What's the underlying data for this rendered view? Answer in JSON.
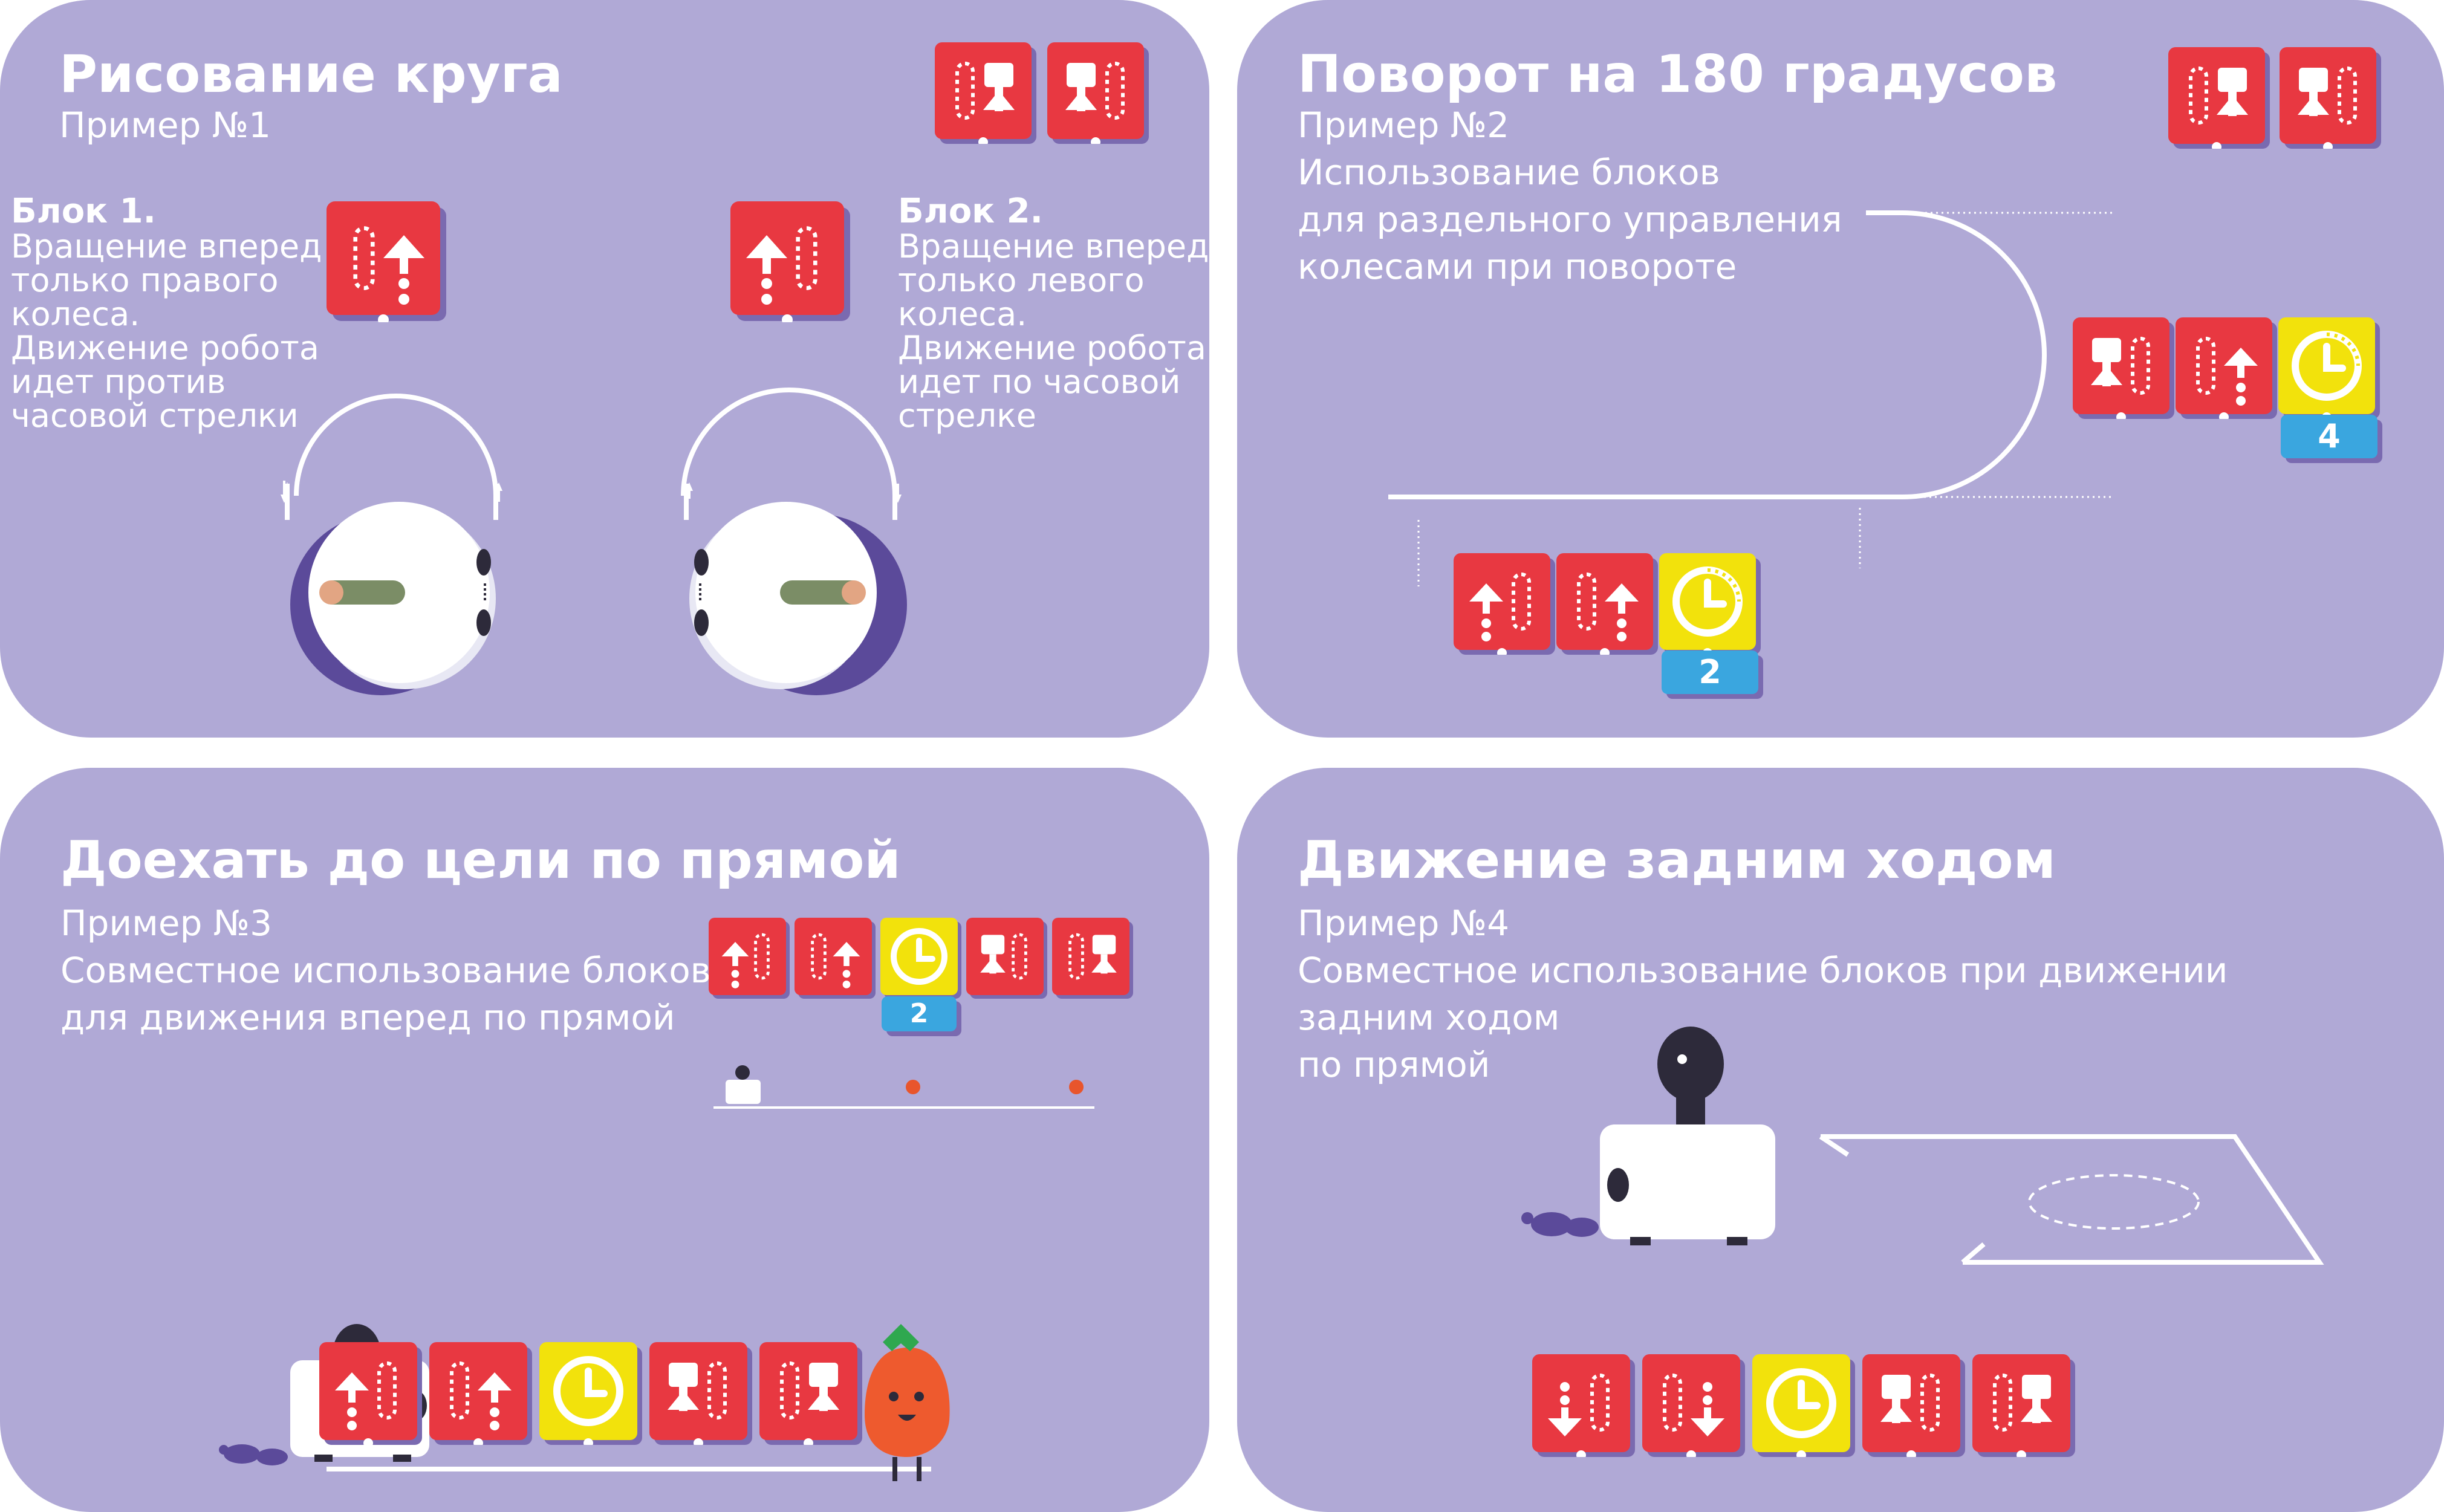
{
  "panels": {
    "p1": {
      "title": "Рисование круга",
      "subtitle": "Пример №1",
      "block1": {
        "heading": "Блок 1.",
        "lines": [
          "Вращение вперед",
          "только правого",
          "колеса.",
          "Движение робота",
          "идет против",
          "часовой стрелки"
        ]
      },
      "block2": {
        "heading": "Блок 2.",
        "lines": [
          "Вращение вперед",
          "только левого",
          "колеса.",
          "Движение робота",
          "идет по часовой",
          "стрелке"
        ]
      }
    },
    "p2": {
      "title": "Поворот на 180 градусов",
      "subtitle": "Пример №2",
      "desc": [
        "Использование блоков",
        "для раздельного управления",
        "колесами при повороте"
      ],
      "timer_badge_bottom": "2",
      "timer_badge_right": "4"
    },
    "p3": {
      "title": "Доехать до цели по прямой",
      "subtitle": "Пример №3",
      "desc": [
        "Совместное использование блоков",
        "для движения вперед по прямой"
      ],
      "timer_badge": "2"
    },
    "p4": {
      "title": "Движение задним ходом",
      "subtitle": "Пример №4",
      "desc": [
        "Совместное использование блоков при движении",
        "задним ходом",
        "по прямой"
      ]
    }
  },
  "icons": {
    "right_forward": "right-wheel-forward-icon",
    "left_forward": "left-wheel-forward-icon",
    "both_forward": "both-wheels-forward-icon",
    "right_backward": "right-wheel-backward-icon",
    "left_backward": "left-wheel-backward-icon",
    "timer": "timer-icon"
  },
  "colors": {
    "panel": "#b0a9d6",
    "block_red": "#e83841",
    "block_yellow": "#f2e20c",
    "badge_blue": "#3aa6df",
    "shadow": "#7a6ab0"
  }
}
